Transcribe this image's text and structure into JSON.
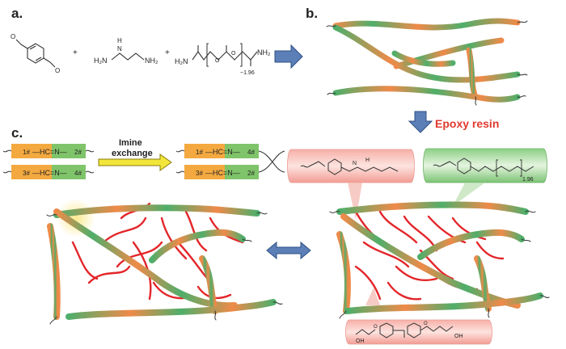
{
  "panels": {
    "a": {
      "label": "a."
    },
    "b": {
      "label": "b."
    },
    "c": {
      "label": "c."
    }
  },
  "reaction": {
    "plus_1": "+",
    "plus_2": "+",
    "diamine_left": "H₂N",
    "diamine_mid": "H",
    "diamine_mid_n": "N",
    "diamine_right": "NH₂",
    "peg_left": "H₂N",
    "peg_right": "NH₂",
    "peg_repeat": "~1.96"
  },
  "epoxy_label": "Epoxy resin",
  "imine_exchange": {
    "line1": "Imine",
    "line2": "exchange",
    "left_top": {
      "a": "1#",
      "b": "—HC=N—",
      "c": "2#"
    },
    "left_bottom": {
      "a": "3#",
      "b": "—HC=N—",
      "c": "4#"
    },
    "right_top": {
      "a": "1#",
      "b": "—HC=N—",
      "c": "4#"
    },
    "right_bottom": {
      "a": "3#",
      "b": "—HC=N—",
      "c": "2#"
    }
  },
  "inset_green": {
    "repeat": "1.96"
  },
  "inset_bottom": {
    "oh_left": "OH",
    "oh_right": "OH"
  },
  "colors": {
    "green": "#4fae6a",
    "orange": "#ef8a49",
    "red": "#e3262a",
    "arrow_blue": "#5b7fb6",
    "arrow_yellow": "#f2e63a",
    "box_orange": "#f4a940",
    "box_green": "#7fc46a",
    "epoxy_red": "#e03a2f"
  }
}
